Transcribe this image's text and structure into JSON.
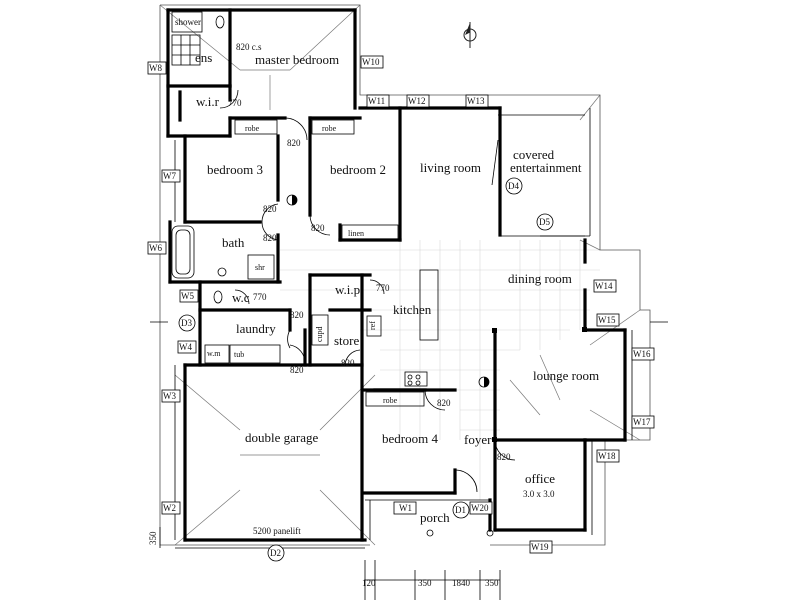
{
  "rooms": {
    "master_bedroom": "master bedroom",
    "ensuite": "ens",
    "shower_label": "shower",
    "wir": "w.i.r",
    "bedroom3": "bedroom 3",
    "bedroom2": "bedroom 2",
    "living_room": "living room",
    "covered_ent_1": "covered",
    "covered_ent_2": "entertainment",
    "bath": "bath",
    "shr": "shr",
    "wc": "w.c",
    "laundry": "laundry",
    "wm": "w.m",
    "tub": "tub",
    "wip": "w.i.p",
    "kitchen": "kitchen",
    "ref": "ref",
    "cupd": "cupd",
    "store": "store",
    "dining_room": "dining room",
    "lounge_room": "lounge room",
    "double_garage": "double garage",
    "panelift": "5200 panelift",
    "bedroom4": "bedroom 4",
    "foyer": "foyer",
    "office": "office",
    "office_size": "3.0 x 3.0",
    "porch": "porch",
    "robe": "robe",
    "linen": "linen"
  },
  "door_widths": {
    "cs": "820 c.s",
    "d820": "820",
    "d770": "770"
  },
  "window_tags": [
    "W1",
    "W2",
    "W3",
    "W4",
    "W5",
    "W6",
    "W7",
    "W8",
    "W10",
    "W11",
    "W12",
    "W13",
    "W14",
    "W15",
    "W16",
    "W17",
    "W18",
    "W19",
    "W20"
  ],
  "door_tags": [
    "D1",
    "D2",
    "D3",
    "D4",
    "D5"
  ],
  "dimensions": {
    "left_350": "350",
    "d120": "120",
    "d350a": "350",
    "d1840": "1840",
    "d350b": "350"
  }
}
